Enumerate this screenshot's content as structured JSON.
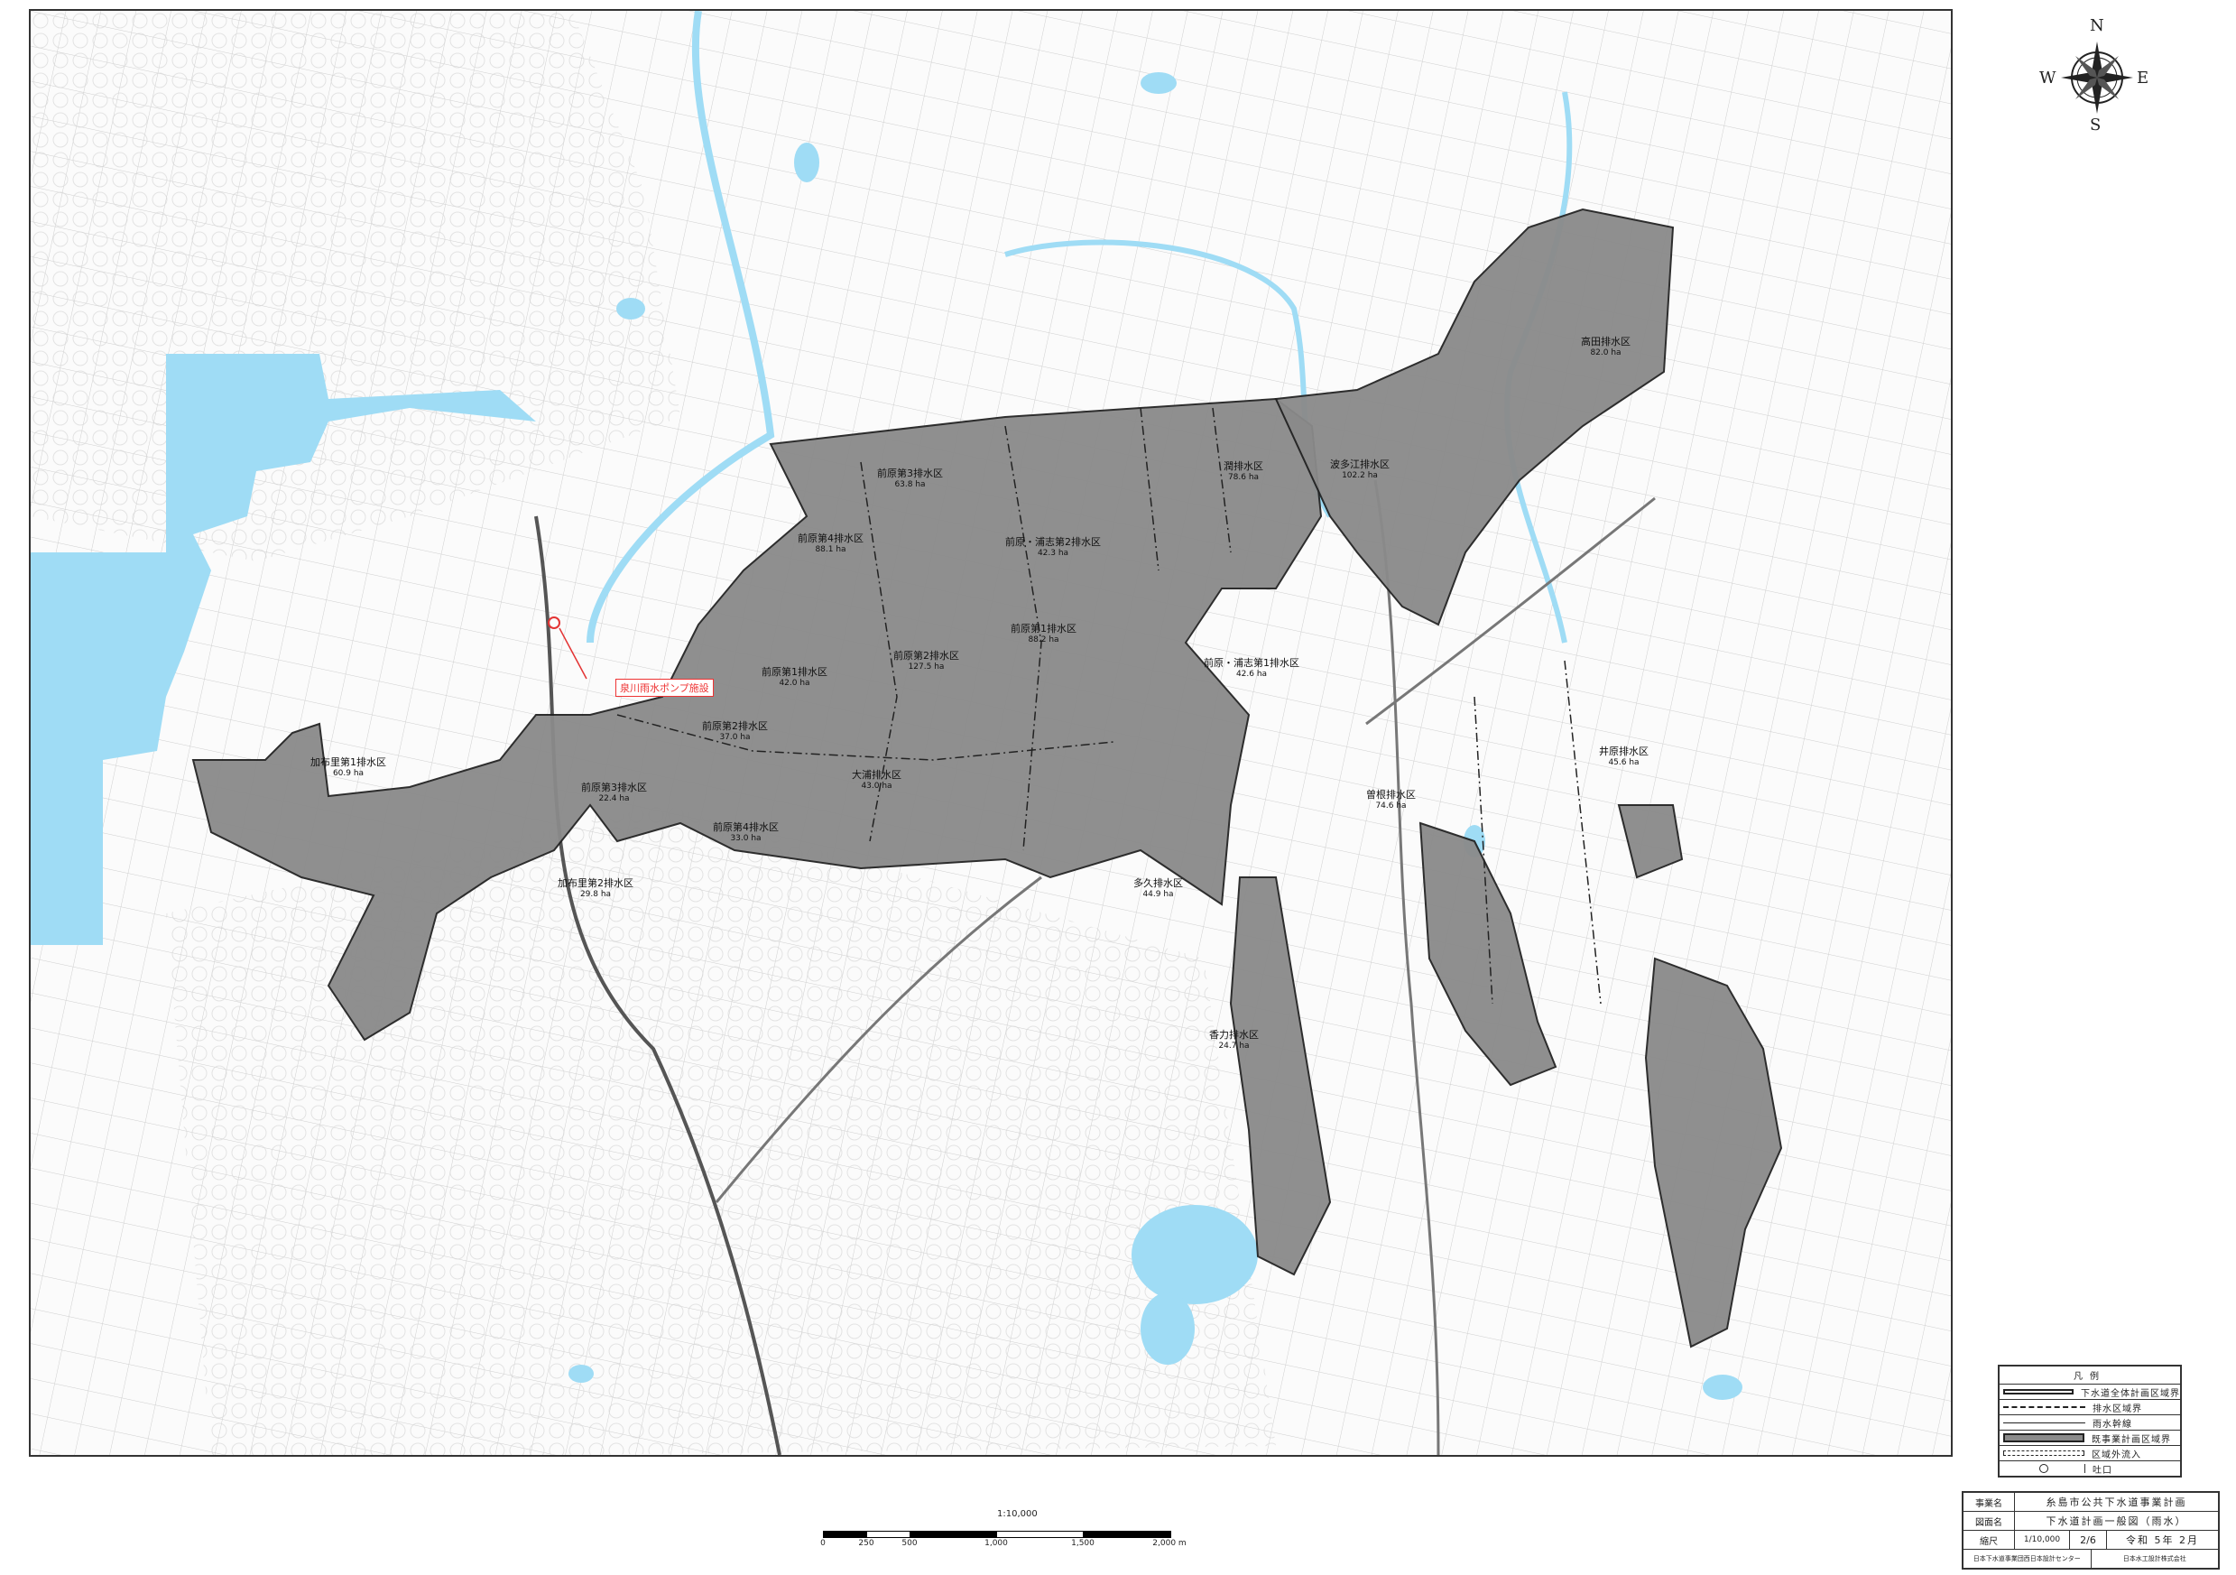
{
  "map": {
    "areas": [
      {
        "name": "前原第3排水区",
        "ha": "63.8 ha"
      },
      {
        "name": "前原第4排水区",
        "ha": "88.1 ha"
      },
      {
        "name": "前原・浦志第2排水区",
        "ha": "42.3 ha"
      },
      {
        "name": "潤排水区",
        "ha": "78.6 ha"
      },
      {
        "name": "波多江排水区",
        "ha": "102.2 ha"
      },
      {
        "name": "高田排水区",
        "ha": "82.0 ha"
      },
      {
        "name": "前原第1排水区",
        "ha": "88.2 ha"
      },
      {
        "name": "前原第2排水区",
        "ha": "127.5 ha"
      },
      {
        "name": "前原・浦志第1排水区",
        "ha": "42.6 ha"
      },
      {
        "name": "前原第1排水区",
        "ha": "42.0 ha"
      },
      {
        "name": "前原第2排水区",
        "ha": "37.0 ha"
      },
      {
        "name": "加布里第1排水区",
        "ha": "60.9 ha"
      },
      {
        "name": "前原第3排水区",
        "ha": "22.4 ha"
      },
      {
        "name": "大浦排水区",
        "ha": "43.0 ha"
      },
      {
        "name": "前原第4排水区",
        "ha": "33.0 ha"
      },
      {
        "name": "加布里第2排水区",
        "ha": "29.8 ha"
      },
      {
        "name": "多久排水区",
        "ha": "44.9 ha"
      },
      {
        "name": "曽根排水区",
        "ha": "74.6 ha"
      },
      {
        "name": "井原排水区",
        "ha": "45.6 ha"
      },
      {
        "name": "香力排水区",
        "ha": "24.7 ha"
      }
    ],
    "pump_station_label": "泉川雨水ポンプ施設"
  },
  "compass": {
    "n": "N",
    "s": "S",
    "e": "E",
    "w": "W"
  },
  "legend": {
    "title": "凡例",
    "items": [
      {
        "label": "下水道全体計画区域界",
        "style": "thick"
      },
      {
        "label": "排水区域界",
        "style": "dashdot"
      },
      {
        "label": "雨水幹線",
        "style": "arrow"
      },
      {
        "label": "既事業計画区域界",
        "style": "fill"
      },
      {
        "label": "区域外流入",
        "style": "dashed"
      },
      {
        "label": "吐口",
        "style": "outlet"
      }
    ]
  },
  "scale": {
    "ratio": "1:10,000",
    "ticks": [
      "0",
      "250",
      "500",
      "1,000",
      "1,500",
      "2,000 m"
    ],
    "tick_values": [
      0,
      250,
      500,
      1000,
      1500,
      2000
    ]
  },
  "title_block": {
    "project_key": "事業名",
    "project": "糸島市公共下水道事業計画",
    "drawing_key": "図面名",
    "drawing": "下水道計画一般図（雨水）",
    "scale_key": "縮尺",
    "scale": "1/10,000",
    "sheet": "2/6",
    "date": "令和 5年 2月",
    "office": "日本下水道事業団西日本設計センター",
    "company": "日本水工設計株式会社"
  },
  "colors": {
    "water": "#9fdcf5",
    "district": "#8a8a8a",
    "pump": "#e33333"
  }
}
